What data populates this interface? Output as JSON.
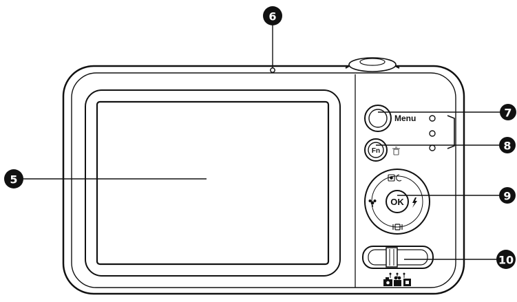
{
  "callouts": [
    {
      "number": "5",
      "part": "lcd-screen"
    },
    {
      "number": "6",
      "part": "microphone"
    },
    {
      "number": "7",
      "part": "menu-button"
    },
    {
      "number": "8",
      "part": "fn-delete-button"
    },
    {
      "number": "9",
      "part": "ok-navigation-pad"
    },
    {
      "number": "10",
      "part": "mode-switch"
    }
  ],
  "buttons": {
    "menu_label": "Menu",
    "fn_label": "Fn",
    "ok_label": "OK"
  },
  "icons": {
    "delete": "trash-icon",
    "flash": "lightning-icon",
    "macro": "flower-icon",
    "display": "display-toggle-icon",
    "face_detect": "face-detect-icon",
    "camera_mode": "camera-icon",
    "movie_mode": "movie-icon",
    "playback_mode": "playback-icon"
  },
  "colors": {
    "line": "#111111",
    "callout_fill": "#111111",
    "background": "#ffffff"
  }
}
